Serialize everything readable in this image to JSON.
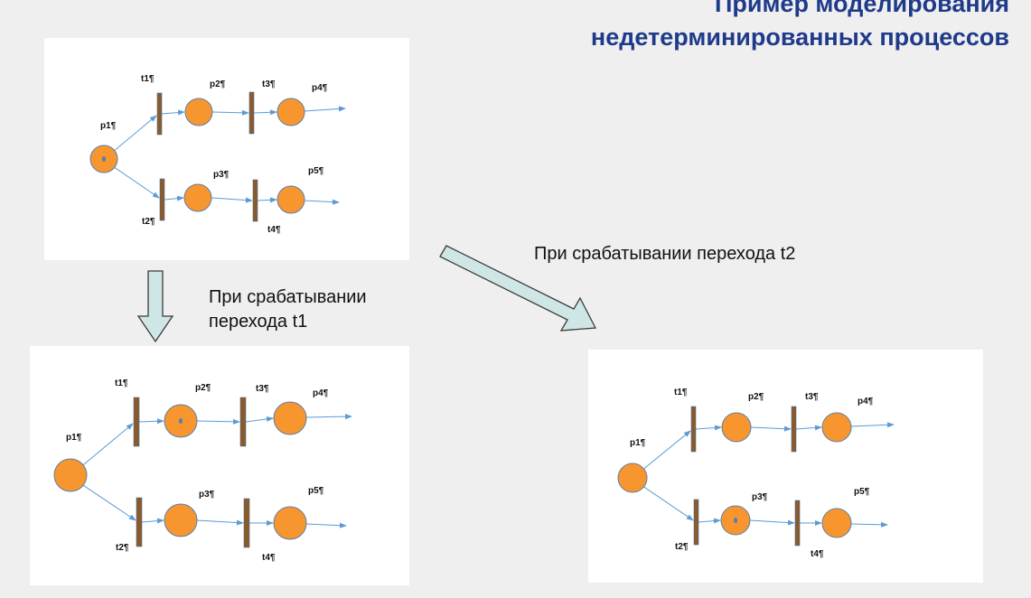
{
  "title": {
    "line1": "Пример моделирования",
    "line2": "недетерминированных процессов"
  },
  "captions": {
    "t1": "При срабатывании перехода t1",
    "t2": "При срабатывании перехода t2"
  },
  "nets": [
    {
      "name": "initial",
      "labels": {
        "p1": "p1¶",
        "p2": "p2¶",
        "p3": "p3¶",
        "p4": "p4¶",
        "p5": "p5¶",
        "t1": "t1¶",
        "t2": "t2¶",
        "t3": "t3¶",
        "t4": "t4¶"
      },
      "tokens": {
        "p1": 1,
        "p2": 0,
        "p3": 0,
        "p4": 0,
        "p5": 0
      }
    },
    {
      "name": "after-t1",
      "labels": {
        "p1": "p1¶",
        "p2": "p2¶",
        "p3": "p3¶",
        "p4": "p4¶",
        "p5": "p5¶",
        "t1": "t1¶",
        "t2": "t2¶",
        "t3": "t3¶",
        "t4": "t4¶"
      },
      "tokens": {
        "p1": 0,
        "p2": 1,
        "p3": 0,
        "p4": 0,
        "p5": 0
      }
    },
    {
      "name": "after-t2",
      "labels": {
        "p1": "p1¶",
        "p2": "p2¶",
        "p3": "p3¶",
        "p4": "p4¶",
        "p5": "p5¶",
        "t1": "t1¶",
        "t2": "t2¶",
        "t3": "t3¶",
        "t4": "t4¶"
      },
      "tokens": {
        "p1": 0,
        "p2": 0,
        "p3": 1,
        "p4": 0,
        "p5": 0
      }
    }
  ],
  "colors": {
    "place_fill": "#f7962f",
    "place_stroke": "#5b7fa8",
    "transition_fill": "#8b5a2b",
    "arc": "#5b9bd5",
    "token": "#5b7fa8",
    "big_arrow_fill": "#cfe6e6",
    "big_arrow_stroke": "#3a3a3a",
    "title": "#1f3a8a"
  }
}
